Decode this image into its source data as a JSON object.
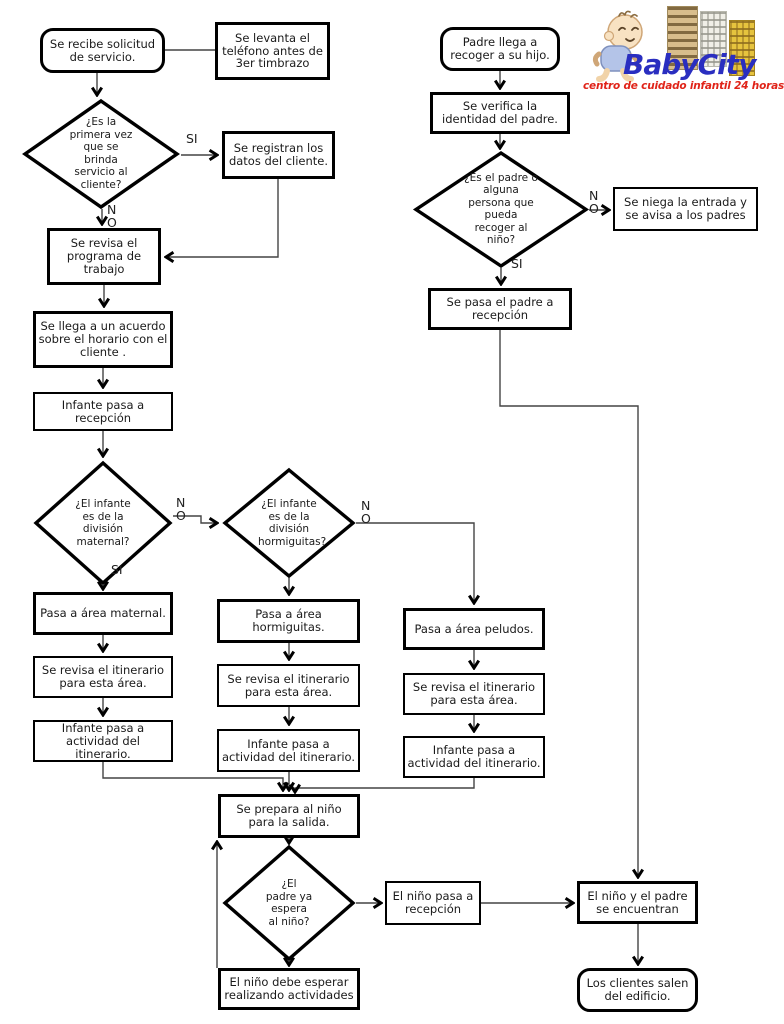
{
  "logo": {
    "brand": "BabyCity",
    "tagline": "centro de cuidado infantil 24 horas",
    "brand_color": "#2a2ec0",
    "tagline_color": "#e02318"
  },
  "labels": {
    "yes": "SI",
    "no_top": "N",
    "no_bottom": "O"
  },
  "nodes": {
    "receive_request": "Se recibe solicitud de servicio.",
    "answer_phone": "Se levanta el teléfono antes de 3er timbrazo",
    "first_time_q": "¿Es la primera vez que se brinda servicio al cliente?",
    "register_data": "Se registran los datos del cliente.",
    "review_program": "Se revisa el programa de trabajo",
    "schedule_agreement": "Se llega a un acuerdo sobre el horario con el cliente .",
    "infant_reception": "Infante pasa a recepción",
    "maternal_q": "¿El infante es de la división maternal?",
    "hormiguitas_q": "¿El infante es de la división hormiguitas?",
    "area_maternal": "Pasa a área maternal.",
    "area_hormiguitas": "Pasa a área hormiguitas.",
    "area_peludos": "Pasa a área peludos.",
    "itinerary_maternal": "Se revisa el itinerario para esta área.",
    "itinerary_hormiguitas": "Se revisa el itinerario para esta área.",
    "itinerary_peludos": "Se revisa el itinerario para esta área.",
    "activity_maternal": "Infante pasa a actividad del itinerario.",
    "activity_hormiguitas": "Infante pasa a actividad del itinerario.",
    "activity_peludos": "Infante pasa a actividad del itinerario.",
    "prepare_exit": "Se prepara al niño para la salida.",
    "parent_waiting_q": "¿El padre ya espera al niño?",
    "child_reception": "El niño pasa a recepción",
    "child_parent_meet": "El niño y el padre se encuentran",
    "wait_activities": "El niño debe esperar realizando actividades",
    "clients_leave": "Los clientes salen del edificio.",
    "parent_arrives": "Padre llega a recoger a su hijo.",
    "verify_identity": "Se verifica la identidad del padre.",
    "authorized_q": "¿Es el padre o alguna persona que pueda recoger al niño?",
    "deny_entry": "Se niega la entrada y se avisa a los padres",
    "parent_reception": "Se pasa el padre a recepción"
  }
}
